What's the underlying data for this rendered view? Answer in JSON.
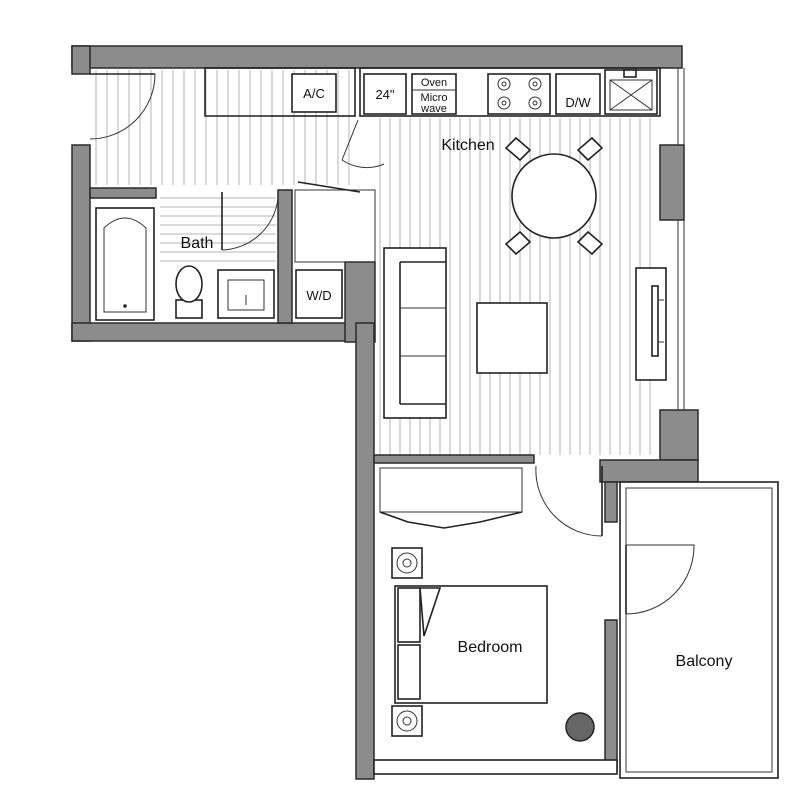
{
  "rooms": {
    "kitchen": "Kitchen",
    "bath": "Bath",
    "bedroom": "Bedroom",
    "balcony": "Balcony"
  },
  "appliances": {
    "ac": "A/C",
    "fridge": "24\"",
    "oven": "Oven",
    "microwave_line1": "Micro",
    "microwave_line2": "wave",
    "dishwasher": "D/W",
    "washer_dryer": "W/D"
  },
  "colors": {
    "wall": "#8c8c8c",
    "outline": "#222222",
    "floor_lines": "#b4b4b4",
    "background": "#ffffff"
  }
}
